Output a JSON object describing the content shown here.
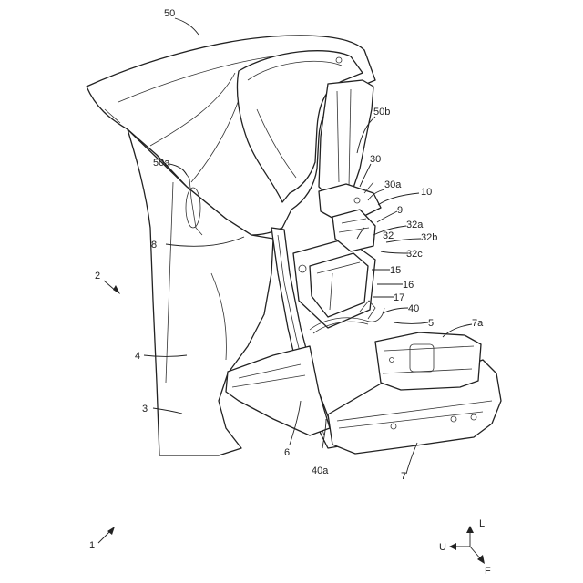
{
  "figure": {
    "ref_labels": {
      "l50": "50",
      "l50a": "50a",
      "l50b": "50b",
      "l30": "30",
      "l30a": "30a",
      "l10": "10",
      "l9": "9",
      "l32a": "32a",
      "l32": "32",
      "l32b": "32b",
      "l32c": "32c",
      "l15": "15",
      "l16": "16",
      "l17": "17",
      "l40": "40",
      "l5": "5",
      "l7a": "7a",
      "l8": "8",
      "l2": "2",
      "l4": "4",
      "l3": "3",
      "l6": "6",
      "l40a": "40a",
      "l7": "7",
      "l1": "1"
    },
    "axes": {
      "up": "U",
      "left": "L",
      "front": "F"
    }
  }
}
